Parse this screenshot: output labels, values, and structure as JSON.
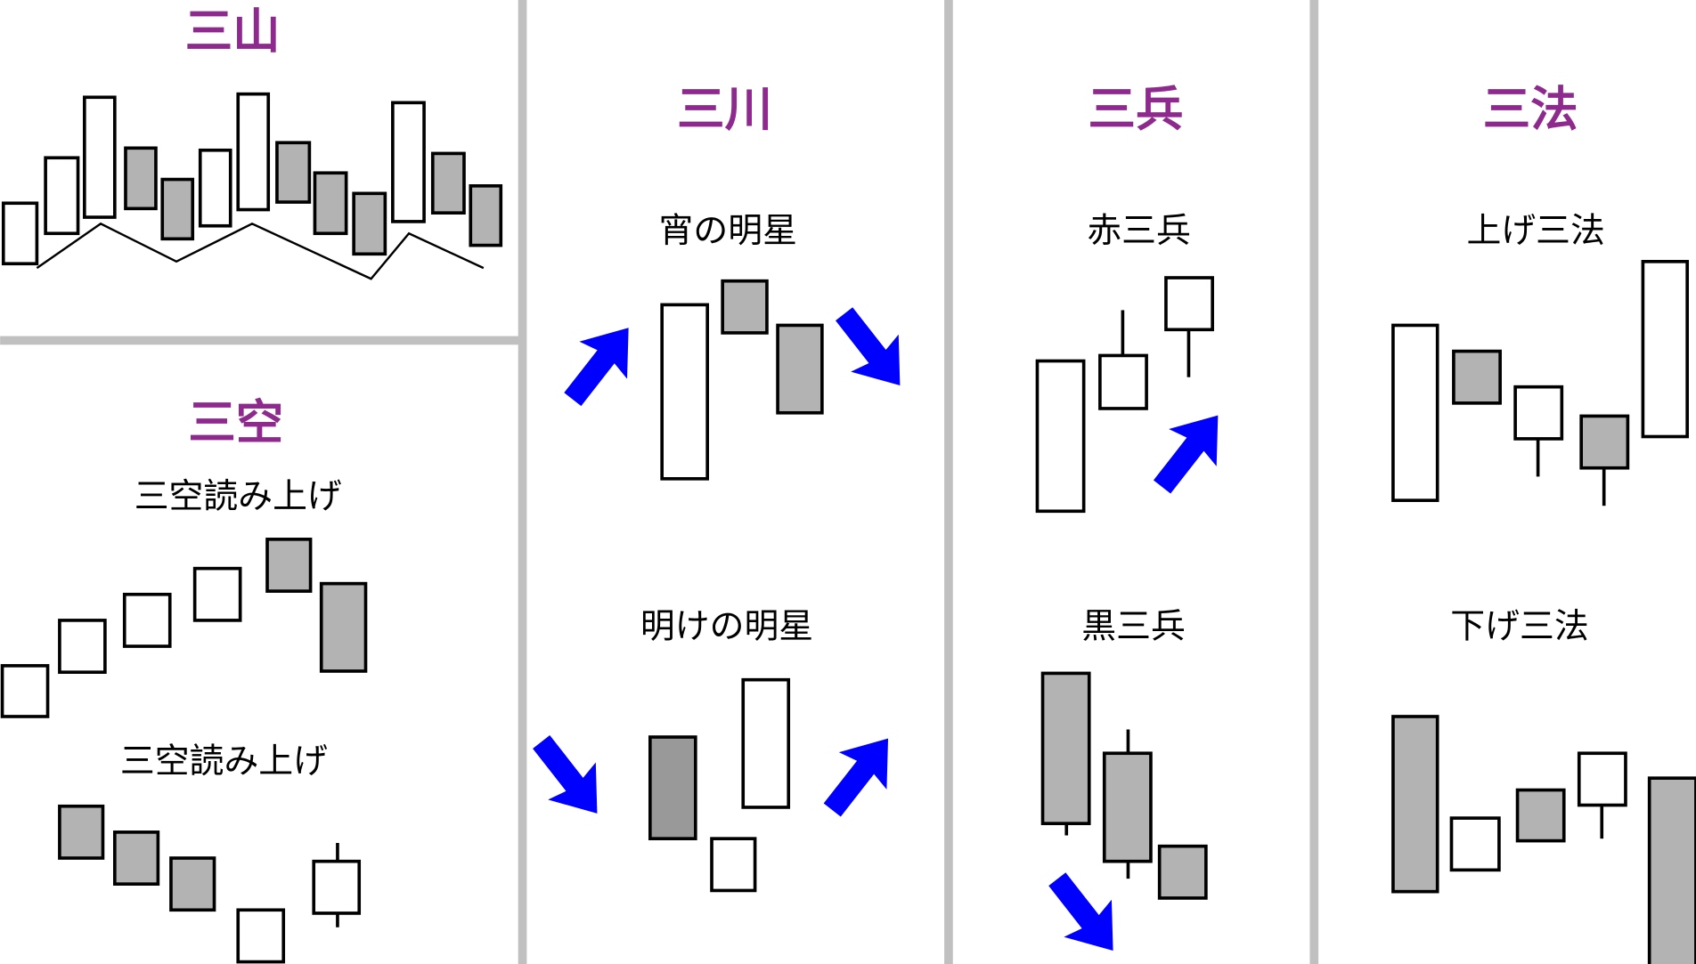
{
  "colors": {
    "title": "#8e2a8e",
    "arrow": "#0000ff",
    "bearish_candle": "#b3b3b3",
    "bullish_candle": "#ffffff",
    "divider": "#c0c0c0"
  },
  "sanzan": {
    "title": "三山"
  },
  "sanku": {
    "title": "三空",
    "sub1": "三空読み上げ",
    "sub2": "三空読み上げ"
  },
  "sansen": {
    "title": "三川",
    "sub1": "宵の明星",
    "sub2": "明けの明星"
  },
  "sanpei": {
    "title": "三兵",
    "sub1": "赤三兵",
    "sub2": "黒三兵"
  },
  "sanpou": {
    "title": "三法",
    "sub1": "上げ三法",
    "sub2": "下げ三法"
  }
}
